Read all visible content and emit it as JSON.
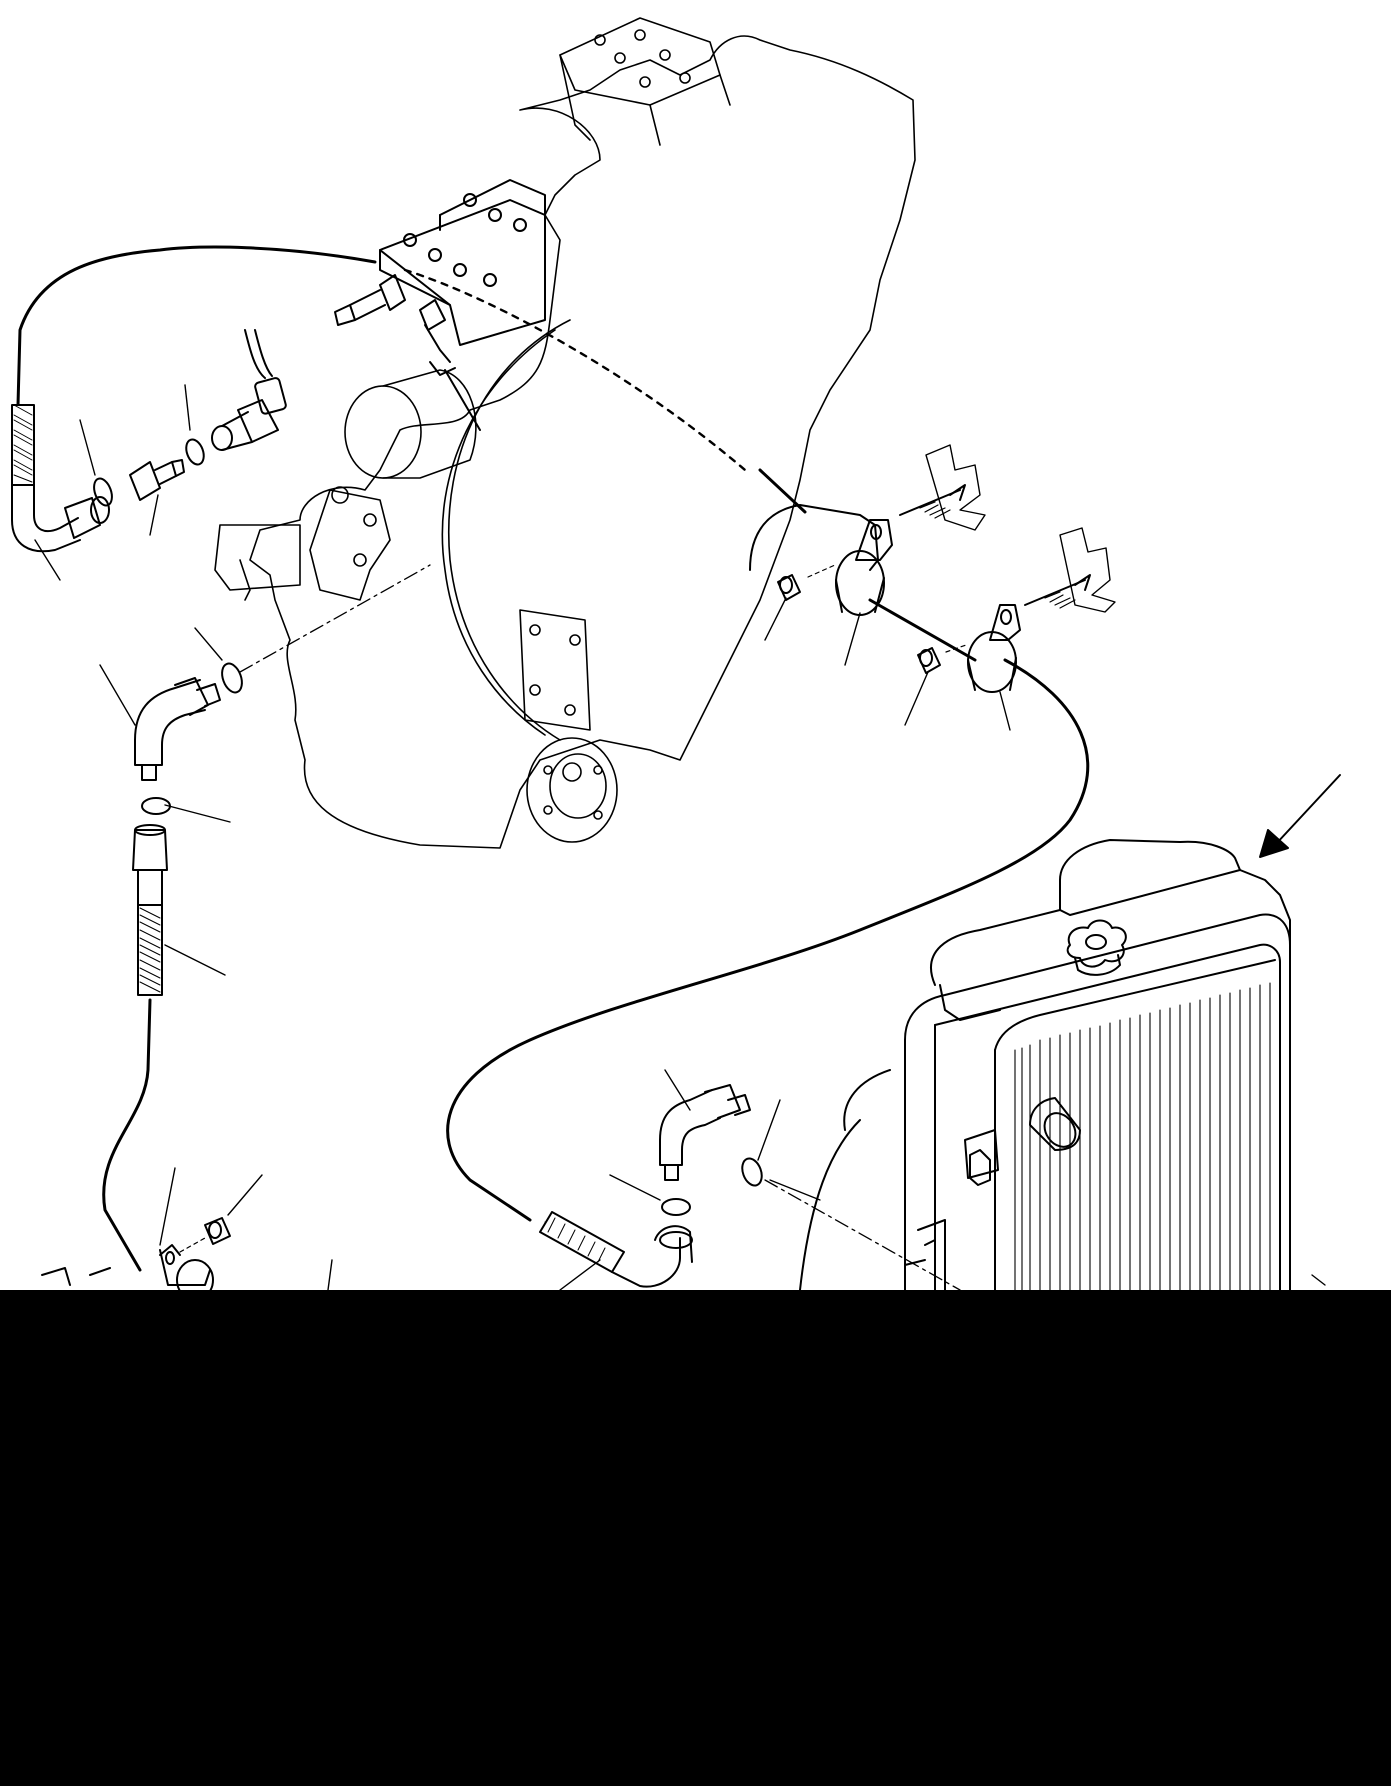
{
  "diagram": {
    "kind": "exploded parts view",
    "printed_text": [],
    "components": [
      "engine-block",
      "engine-mounting-bracket",
      "sensor-block",
      "temperature-sender",
      "upper-hose-assembly",
      "elbow-fittings",
      "o-rings",
      "adapter-nipples",
      "hose-clamps-with-bolts",
      "lock-nuts",
      "lower-hose-assembly",
      "flywheel-flange",
      "radiator-with-cap"
    ],
    "colors": {
      "line": "#000000",
      "background": "#ffffff",
      "lower_band": "#000000"
    }
  }
}
